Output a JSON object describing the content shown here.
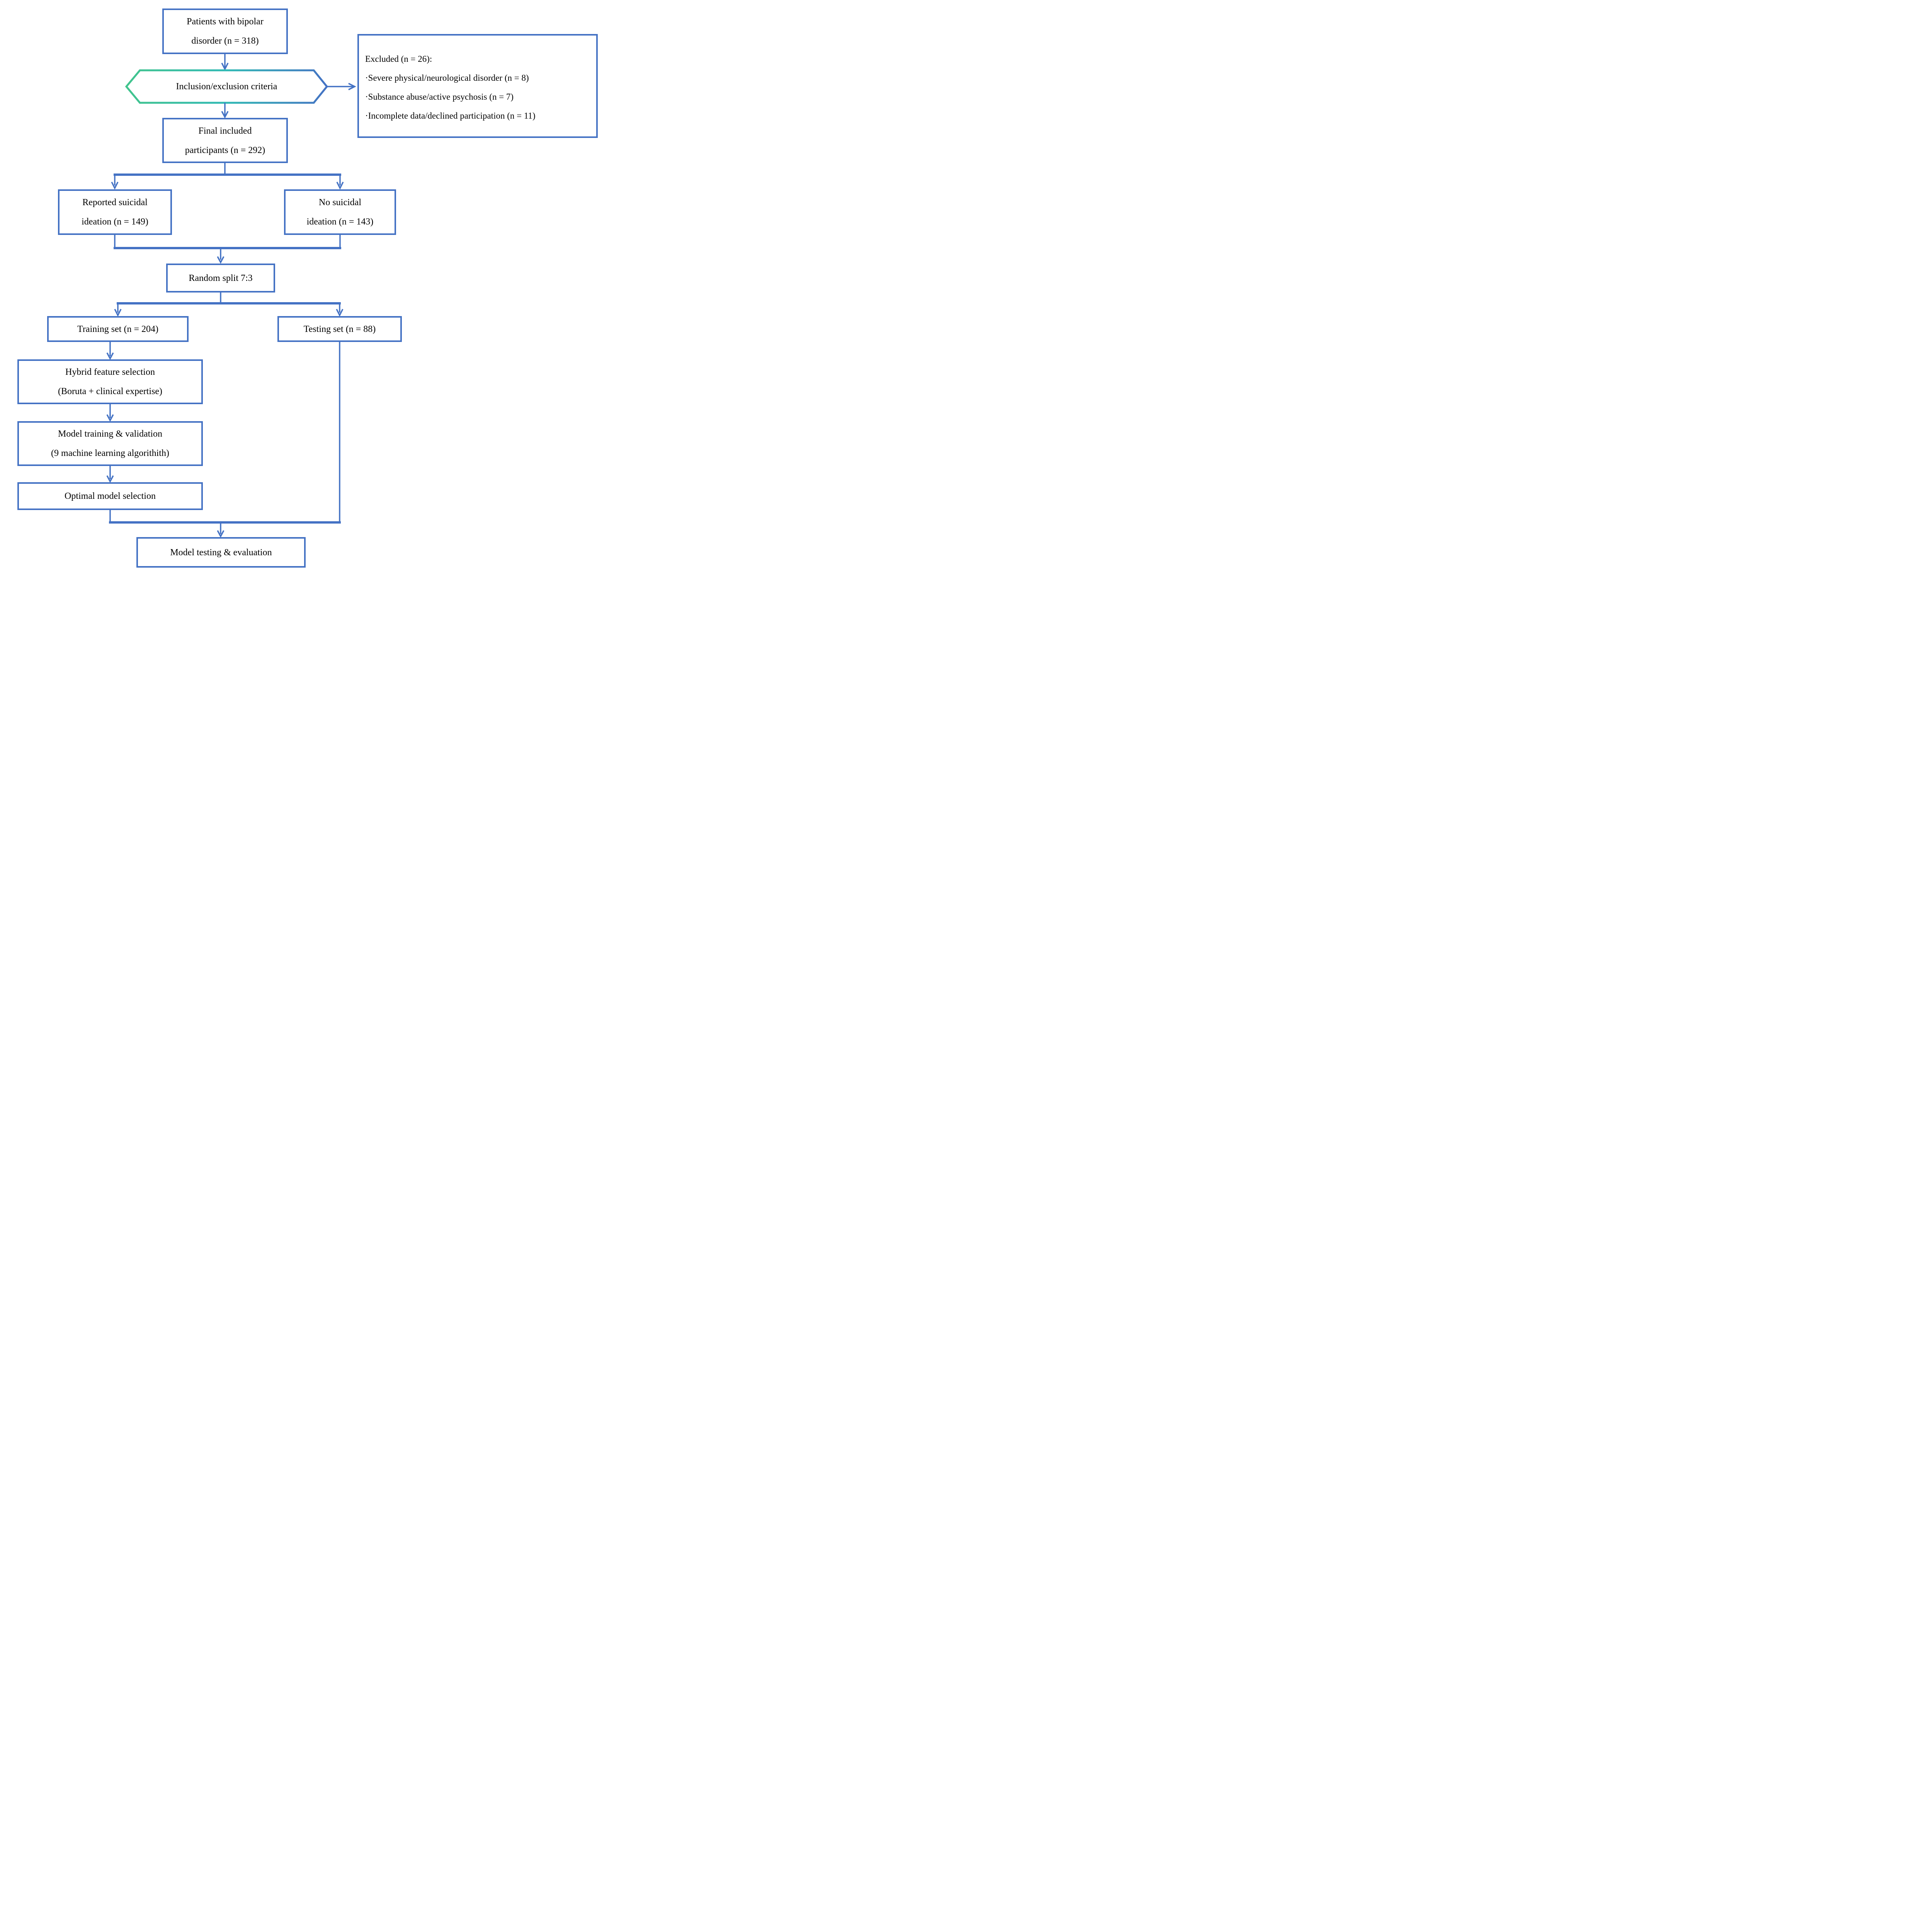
{
  "theme": {
    "accent": "#4472C4",
    "gradient_start": "#41C48D",
    "gradient_mid": "#2FB9B4",
    "gradient_end": "#4472C4",
    "text": "#000000",
    "background": "#FFFFFF"
  },
  "nodes": {
    "patients": {
      "lines": [
        "Patients with bipolar",
        "disorder (n = 318)"
      ]
    },
    "criteria": {
      "label": "Inclusion/exclusion criteria"
    },
    "excluded": {
      "title": "Excluded (n = 26):",
      "items": [
        "·Severe physical/neurological disorder (n = 8)",
        "·Substance abuse/active psychosis (n = 7)",
        "·Incomplete data/declined participation (n = 11)"
      ]
    },
    "final": {
      "lines": [
        "Final included",
        "participants (n = 292)"
      ]
    },
    "reported_si": {
      "lines": [
        "Reported suicidal",
        "ideation (n = 149)"
      ]
    },
    "no_si": {
      "lines": [
        "No suicidal",
        "ideation (n = 143)"
      ]
    },
    "random_split": {
      "label": "Random split 7:3"
    },
    "training": {
      "label": "Training set (n = 204)"
    },
    "testing": {
      "label": "Testing set (n = 88)"
    },
    "hybrid": {
      "lines": [
        "Hybrid feature selection",
        "(Boruta + clinical expertise)"
      ]
    },
    "model_training": {
      "lines": [
        "Model training & validation",
        "(9 machine learning algorithith)"
      ]
    },
    "optimal": {
      "label": "Optimal model selection"
    },
    "model_testing": {
      "label": "Model testing & evaluation"
    }
  }
}
